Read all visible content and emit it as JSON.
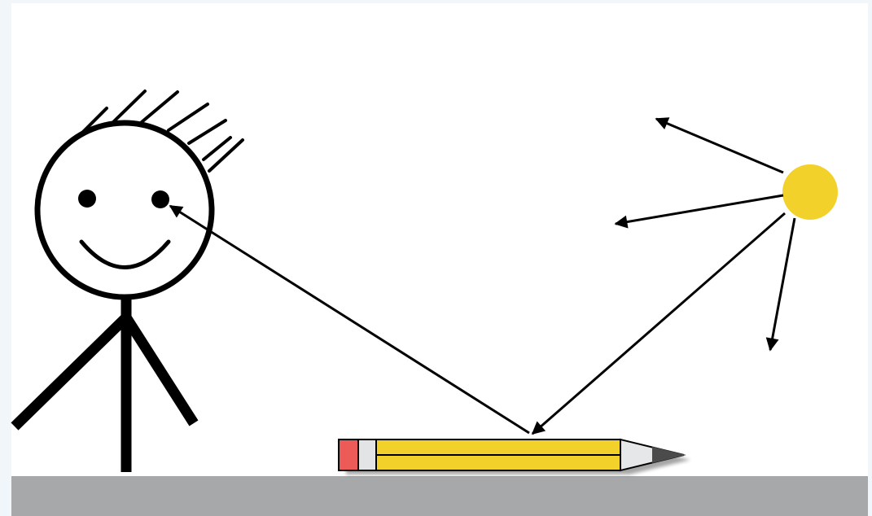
{
  "scene": {
    "colors": {
      "background_frame": "#f0f6fa",
      "canvas": "#ffffff",
      "ground": "#a7a8a9",
      "ink": "#000000",
      "sun": "#f2d12b",
      "pencil_body": "#f2d12b",
      "pencil_eraser": "#ec5b58",
      "pencil_ferrule": "#e3e4e5",
      "pencil_wood": "#e6e7e8",
      "pencil_lead": "#4b4b4b"
    },
    "elements": [
      "stick-figure",
      "sun",
      "pencil",
      "ground",
      "light-rays",
      "reflected-ray-to-eye"
    ]
  }
}
